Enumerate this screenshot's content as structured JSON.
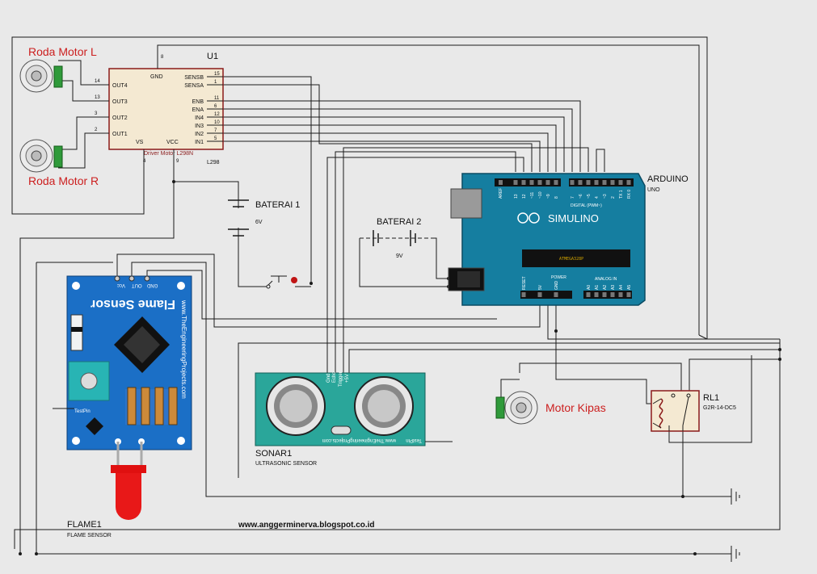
{
  "title": "",
  "components": {
    "motor_l": {
      "label": "Roda Motor L"
    },
    "motor_r": {
      "label": "Roda Motor R"
    },
    "driver": {
      "ref": "U1",
      "name": "Driver Motor L298N",
      "part": "L298",
      "pins_left": [
        "OUT4",
        "OUT3",
        "OUT2",
        "OUT1"
      ],
      "pin_numbers_left": [
        "14",
        "13",
        "3",
        "2"
      ],
      "pins_right": [
        "SENSB",
        "SENSA",
        "ENB",
        "ENA",
        "IN4",
        "IN3",
        "IN2",
        "IN1"
      ],
      "pin_numbers_right": [
        "15",
        "1",
        "11",
        "6",
        "12",
        "10",
        "7",
        "5"
      ],
      "gnd": "GND",
      "vs": "VS",
      "vcc": "VCC",
      "pin_gnd": "8",
      "pin_vs": "4",
      "pin_vcc": "9"
    },
    "battery1": {
      "label": "BATERAI 1",
      "value": "6V"
    },
    "battery2": {
      "label": "BATERAI 2",
      "value": "9V"
    },
    "arduino": {
      "label": "ARDUINO",
      "model": "UNO",
      "brand": "SIMULINO",
      "header_digital": "DIGITAL (PWM~)",
      "header_power": "POWER",
      "header_analog": "ANALOG IN",
      "chip": "ATMEGA328P",
      "aref": "AREF",
      "digital_pins": [
        "13",
        "12",
        "~11",
        "~10",
        "~9",
        "8",
        "7",
        "~6",
        "~5",
        "4",
        "~3",
        "2",
        "TX 1",
        "RX 0"
      ],
      "power_pins": [
        "RESET",
        "5V",
        "GND"
      ],
      "analog_pins": [
        "A0",
        "A1",
        "A2",
        "A3",
        "A4",
        "A5"
      ]
    },
    "flame": {
      "ref": "FLAME1",
      "type": "FLAME SENSOR",
      "board_text": "Flame Sensor",
      "url": "www.TheEngineeringProjects.com",
      "pins": [
        "Vcc",
        "OUT",
        "GND"
      ],
      "testpin": "TestPin"
    },
    "sonar": {
      "ref": "SONAR1",
      "type": "ULTRASONIC SENSOR",
      "url": "www.TheEngineeringProjects.com",
      "pins": [
        "+5V",
        "Trigger",
        "Echo",
        "Gnd"
      ],
      "testpin": "TestPin"
    },
    "fan": {
      "label": "Motor Kipas"
    },
    "relay": {
      "ref": "RL1",
      "part": "G2R-14-DC5"
    }
  },
  "footer": {
    "text": "www.anggerminerva.blogspot.co.id"
  },
  "colors": {
    "wire": "#1a1a1a",
    "red_label": "#cc1f1f",
    "board_blue": "#1b6fc6",
    "arduino_teal": "#157ea0",
    "background": "#e9e9e9",
    "chip": "#fffbd8"
  }
}
